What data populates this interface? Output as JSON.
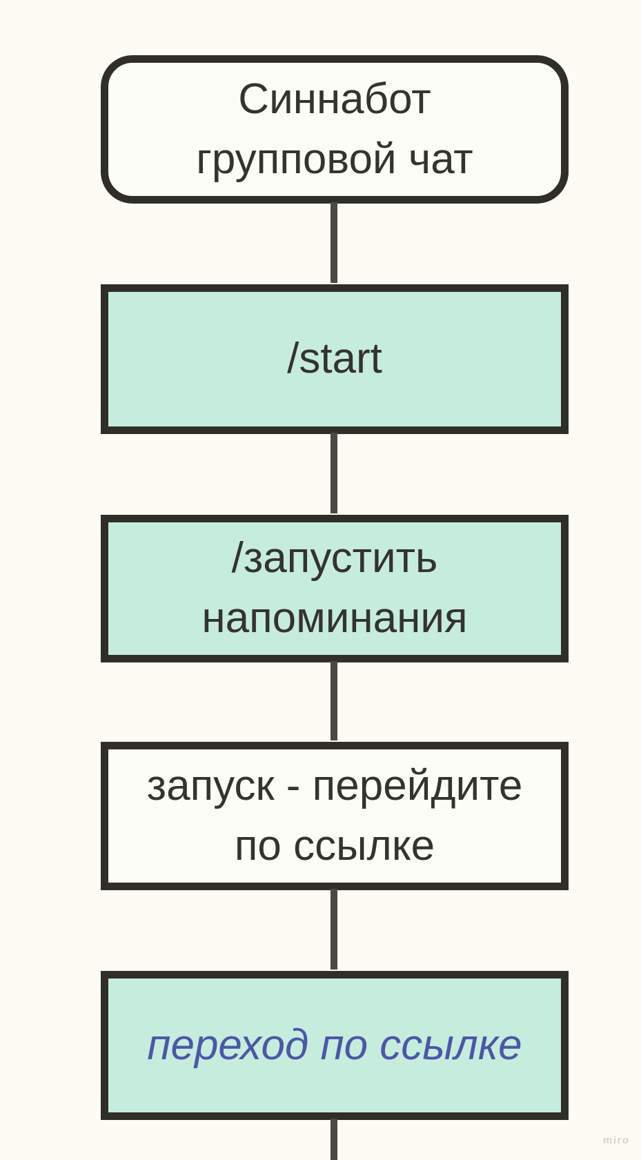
{
  "flowchart": {
    "nodes": [
      {
        "id": "sinnabot-group-chat",
        "label": "Синнабот\nгрупповой чат",
        "shape": "rounded-rectangle",
        "fill": "#FDFDF7",
        "text_color": "#34332D",
        "font_style": "normal"
      },
      {
        "id": "start-command",
        "label": "/start",
        "shape": "rectangle",
        "fill": "#C6ECDE",
        "text_color": "#34332D",
        "font_style": "normal"
      },
      {
        "id": "launch-reminders-command",
        "label": "/запустить\nнапоминания",
        "shape": "rectangle",
        "fill": "#C6ECDE",
        "text_color": "#34332D",
        "font_style": "normal"
      },
      {
        "id": "launch-follow-link",
        "label": "запуск - перейдите\nпо ссылке",
        "shape": "rectangle",
        "fill": "#FDFDF7",
        "text_color": "#34332D",
        "font_style": "normal"
      },
      {
        "id": "link-transition",
        "label": "переход по ссылке",
        "shape": "rectangle",
        "fill": "#C6ECDE",
        "text_color": "#4C57A5",
        "font_style": "italic"
      }
    ],
    "edges": [
      {
        "from": 0,
        "to": 1
      },
      {
        "from": 1,
        "to": 2
      },
      {
        "from": 2,
        "to": 3
      },
      {
        "from": 3,
        "to": 4
      },
      {
        "from": 4,
        "to": null,
        "note": "connector continues off bottom edge"
      }
    ],
    "colors": {
      "background": "#FCFCF5",
      "node_border": "#2F2E29",
      "connector": "#4A4943",
      "teal_fill": "#C6ECDE",
      "light_fill": "#FDFDF7",
      "dark_text": "#34332D",
      "link_text": "#4C57A5",
      "watermark_text": "#D3D3CD"
    }
  },
  "watermark": {
    "label": "miro"
  }
}
